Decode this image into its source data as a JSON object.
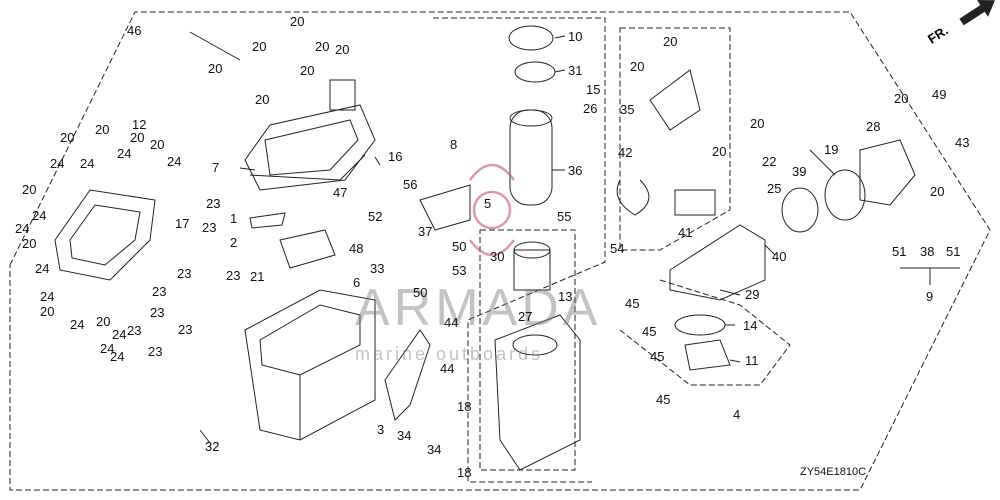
{
  "diagram": {
    "code": "ZY54E1810C",
    "direction_label": "FR.",
    "watermark": {
      "brand": "ARMADA",
      "sub": "marine outboards"
    }
  },
  "labels": [
    {
      "id": "l46",
      "text": "46"
    },
    {
      "id": "l20a",
      "text": "20"
    },
    {
      "id": "l20b",
      "text": "20"
    },
    {
      "id": "l20c",
      "text": "20"
    },
    {
      "id": "l20d",
      "text": "20"
    },
    {
      "id": "l20e",
      "text": "20"
    },
    {
      "id": "l20f",
      "text": "20"
    },
    {
      "id": "l20g",
      "text": "20"
    },
    {
      "id": "l7",
      "text": "7"
    },
    {
      "id": "l12",
      "text": "12"
    },
    {
      "id": "l20h",
      "text": "20"
    },
    {
      "id": "l20i",
      "text": "20"
    },
    {
      "id": "l24a",
      "text": "24"
    },
    {
      "id": "l24b",
      "text": "24"
    },
    {
      "id": "l20j",
      "text": "20"
    },
    {
      "id": "l24c",
      "text": "24"
    },
    {
      "id": "l20k",
      "text": "20"
    },
    {
      "id": "l24d",
      "text": "24"
    },
    {
      "id": "l20l",
      "text": "20"
    },
    {
      "id": "l24e",
      "text": "24"
    },
    {
      "id": "l24f",
      "text": "24"
    },
    {
      "id": "l17",
      "text": "17"
    },
    {
      "id": "l20m",
      "text": "20"
    },
    {
      "id": "l24g",
      "text": "24"
    },
    {
      "id": "l24h",
      "text": "24"
    },
    {
      "id": "l20n",
      "text": "20"
    },
    {
      "id": "l24i",
      "text": "24"
    },
    {
      "id": "l20o",
      "text": "20"
    },
    {
      "id": "l24j",
      "text": "24"
    },
    {
      "id": "l24k",
      "text": "24"
    },
    {
      "id": "l24l",
      "text": "24"
    },
    {
      "id": "l23a",
      "text": "23"
    },
    {
      "id": "l23b",
      "text": "23"
    },
    {
      "id": "l23c",
      "text": "23"
    },
    {
      "id": "l23d",
      "text": "23"
    },
    {
      "id": "l23e",
      "text": "23"
    },
    {
      "id": "l23f",
      "text": "23"
    },
    {
      "id": "l23g",
      "text": "23"
    },
    {
      "id": "l23h",
      "text": "23"
    },
    {
      "id": "l23i",
      "text": "23"
    },
    {
      "id": "l1",
      "text": "1"
    },
    {
      "id": "l2",
      "text": "2"
    },
    {
      "id": "l21",
      "text": "21"
    },
    {
      "id": "l16",
      "text": "16"
    },
    {
      "id": "l47",
      "text": "47"
    },
    {
      "id": "l56",
      "text": "56"
    },
    {
      "id": "l52",
      "text": "52"
    },
    {
      "id": "l48",
      "text": "48"
    },
    {
      "id": "l33",
      "text": "33"
    },
    {
      "id": "l37",
      "text": "37"
    },
    {
      "id": "l50a",
      "text": "50"
    },
    {
      "id": "l53",
      "text": "53"
    },
    {
      "id": "l50b",
      "text": "50"
    },
    {
      "id": "l6",
      "text": "6"
    },
    {
      "id": "l32",
      "text": "32"
    },
    {
      "id": "l44a",
      "text": "44"
    },
    {
      "id": "l44b",
      "text": "44"
    },
    {
      "id": "l3",
      "text": "3"
    },
    {
      "id": "l34a",
      "text": "34"
    },
    {
      "id": "l34b",
      "text": "34"
    },
    {
      "id": "l18a",
      "text": "18"
    },
    {
      "id": "l18b",
      "text": "18"
    },
    {
      "id": "l10",
      "text": "10"
    },
    {
      "id": "l31",
      "text": "31"
    },
    {
      "id": "l15",
      "text": "15"
    },
    {
      "id": "l26",
      "text": "26"
    },
    {
      "id": "l8",
      "text": "8"
    },
    {
      "id": "l36",
      "text": "36"
    },
    {
      "id": "l5",
      "text": "5"
    },
    {
      "id": "l55",
      "text": "55"
    },
    {
      "id": "l30",
      "text": "30"
    },
    {
      "id": "l54",
      "text": "54"
    },
    {
      "id": "l13",
      "text": "13"
    },
    {
      "id": "l27",
      "text": "27"
    },
    {
      "id": "l45a",
      "text": "45"
    },
    {
      "id": "l45b",
      "text": "45"
    },
    {
      "id": "l45c",
      "text": "45"
    },
    {
      "id": "l45d",
      "text": "45"
    },
    {
      "id": "l20p",
      "text": "20"
    },
    {
      "id": "l20q",
      "text": "20"
    },
    {
      "id": "l35",
      "text": "35"
    },
    {
      "id": "l20r",
      "text": "20"
    },
    {
      "id": "l42",
      "text": "42"
    },
    {
      "id": "l20s",
      "text": "20"
    },
    {
      "id": "l22",
      "text": "22"
    },
    {
      "id": "l25",
      "text": "25"
    },
    {
      "id": "l41",
      "text": "41"
    },
    {
      "id": "l39",
      "text": "39"
    },
    {
      "id": "l19",
      "text": "19"
    },
    {
      "id": "l40",
      "text": "40"
    },
    {
      "id": "l29",
      "text": "29"
    },
    {
      "id": "l14",
      "text": "14"
    },
    {
      "id": "l11",
      "text": "11"
    },
    {
      "id": "l4",
      "text": "4"
    },
    {
      "id": "l28",
      "text": "28"
    },
    {
      "id": "l20t",
      "text": "20"
    },
    {
      "id": "l49",
      "text": "49"
    },
    {
      "id": "l43",
      "text": "43"
    },
    {
      "id": "l20u",
      "text": "20"
    },
    {
      "id": "l51a",
      "text": "51"
    },
    {
      "id": "l38",
      "text": "38"
    },
    {
      "id": "l51b",
      "text": "51"
    },
    {
      "id": "l9",
      "text": "9"
    }
  ]
}
